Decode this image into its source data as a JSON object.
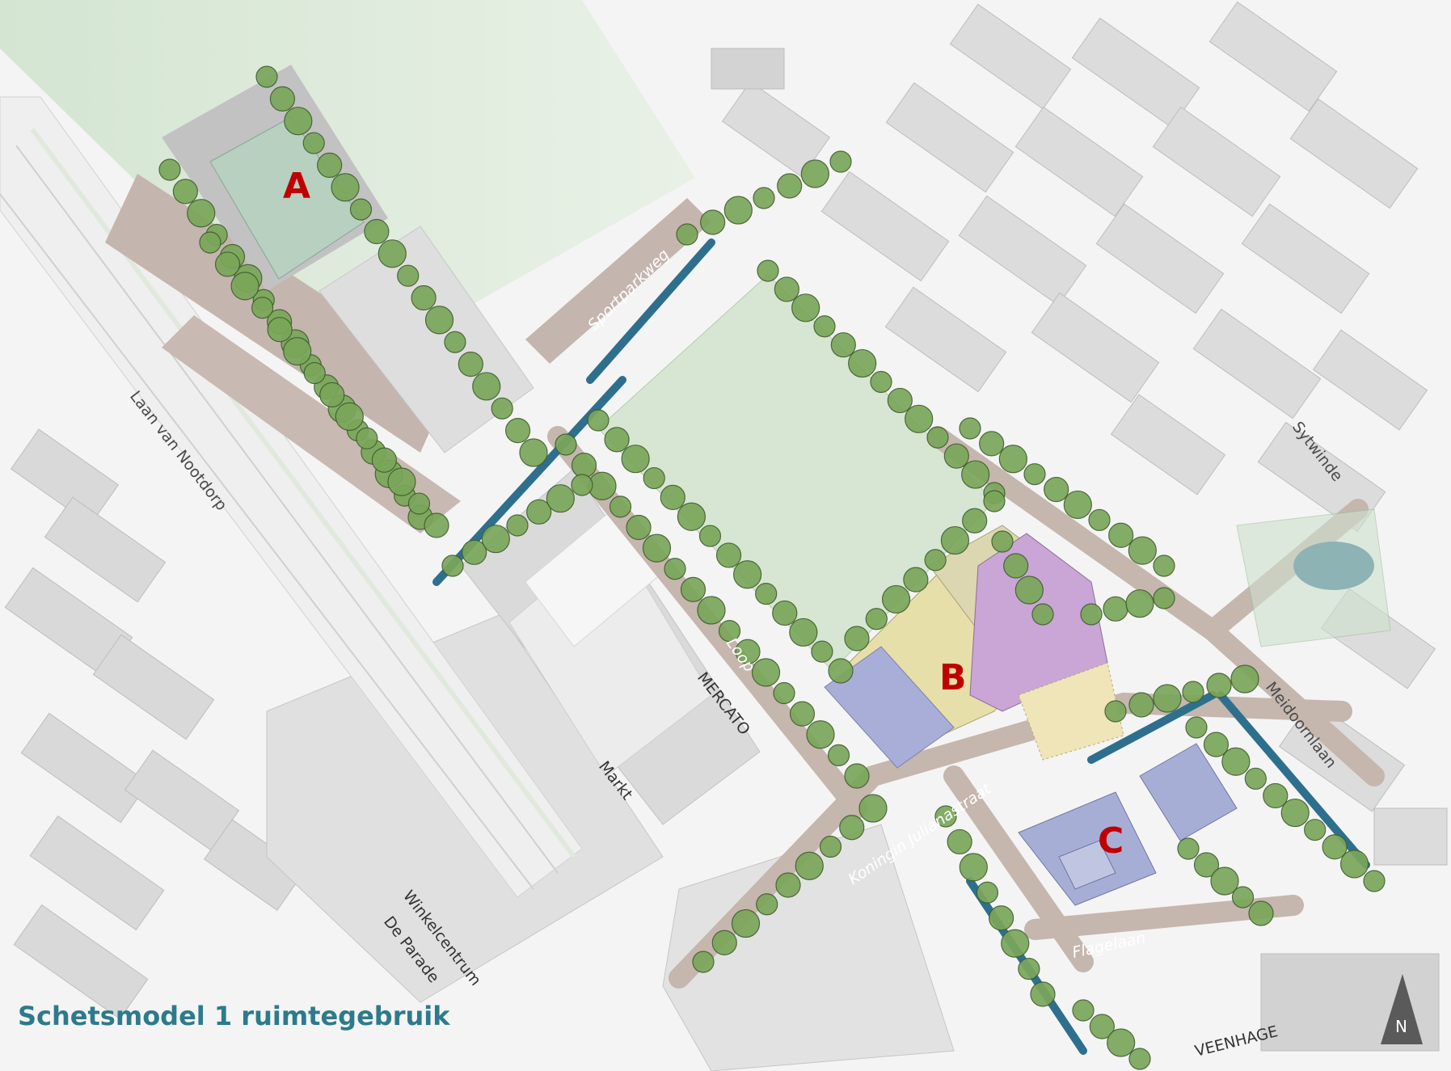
{
  "title": "Schetsmodel 1 ruimtegebruik",
  "zones": {
    "a": "A",
    "b": "B",
    "c": "C"
  },
  "streets": {
    "laan_van_nootdorp": "Laan van Nootdorp",
    "sportparkweg": "Sportparkweg",
    "sytwinde": "Sytwinde",
    "meidoornlaan": "Meidoornlaan",
    "koningin_julianastraat": "Koningin Julianastraat",
    "flagelaan": "Flagelaan",
    "loop": "Loop"
  },
  "areas": {
    "mercato": "MERCATO",
    "markt": "Markt",
    "winkelcentrum_line1": "Winkelcentrum",
    "winkelcentrum_line2": "De Parade",
    "veenhage": "VEENHAGE"
  },
  "north_arrow": {
    "letter": "N",
    "icon": "north-arrow-icon"
  },
  "colors": {
    "title": "#2d7a8c",
    "zone_letters": "#c00000",
    "green_field": "#d6e6d2",
    "trees": "#7aa65a",
    "water": "#2e6f8e",
    "road": "#c4b5ae",
    "zone_b_yellow": "#e6dfaa",
    "zone_b_purple": "#c9a6d6",
    "zone_c_blue": "#a7aed6"
  }
}
